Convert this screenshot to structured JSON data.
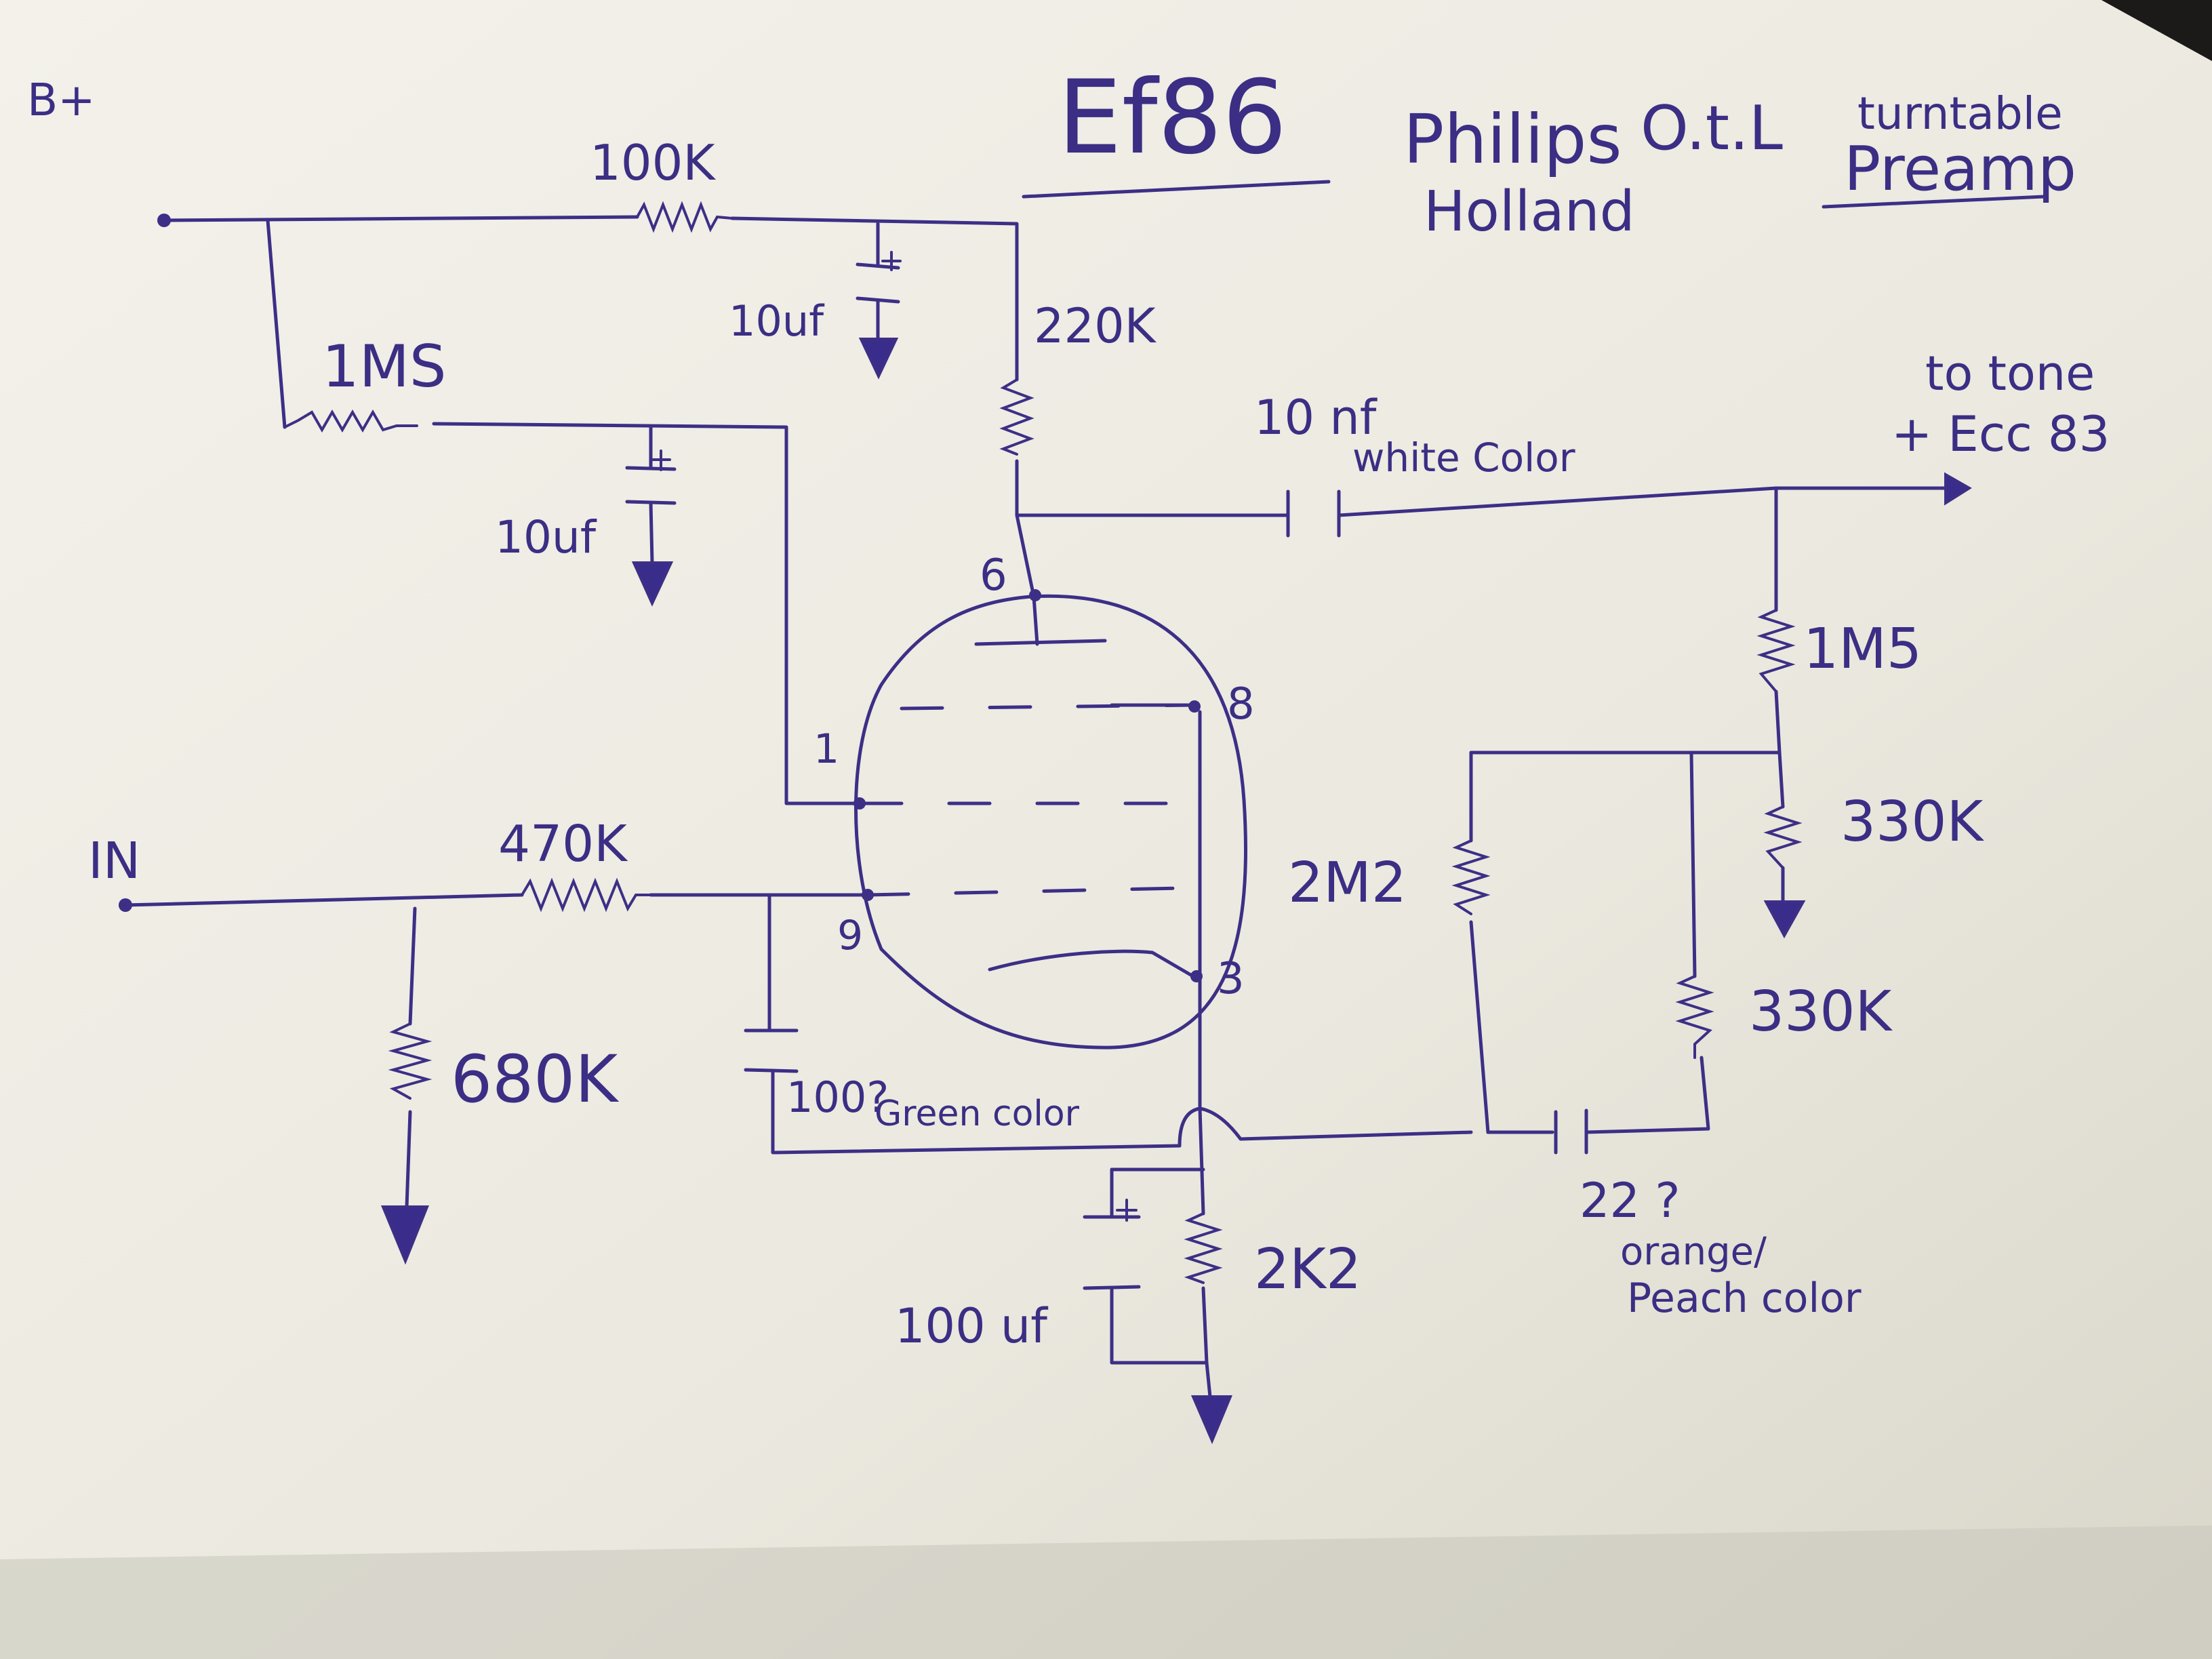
{
  "paper_color": "#efede4",
  "ink_color": "#3d2f86",
  "title": {
    "tube": "Ef86",
    "maker_line1": "Philips",
    "maker_line2": "Holland",
    "otl": "O.t.L",
    "purpose_line1": "turntable",
    "purpose_line2": "Preamp"
  },
  "corner_mark": "B+",
  "components": {
    "r_anode_feed": "100K",
    "c_anode_decouple": "10uf",
    "r_anode": "220K",
    "r_screen": "1MS",
    "c_screen": "10uf",
    "c_coupling": "10 nf",
    "c_coupling_note": "white Color",
    "output_line1": "to tone",
    "output_line2": "+ Ecc 83",
    "r_out_top": "1M5",
    "r_out_bottom": "330K",
    "r_feedback": "2M2",
    "r_feedback2": "330K",
    "input": "IN",
    "r_grid_stopper": "470K",
    "r_grid_leak": "680K",
    "c_grid": "100?",
    "c_grid_note": "Green color",
    "c_feedback": "22 ?",
    "c_feedback_note1": "orange/",
    "c_feedback_note2": "Peach color",
    "r_cathode": "2K2",
    "c_cathode": "100 uf"
  },
  "pins": {
    "anode": "6",
    "suppressor": "8",
    "screen": "1",
    "grid": "9",
    "cathode": "3"
  }
}
